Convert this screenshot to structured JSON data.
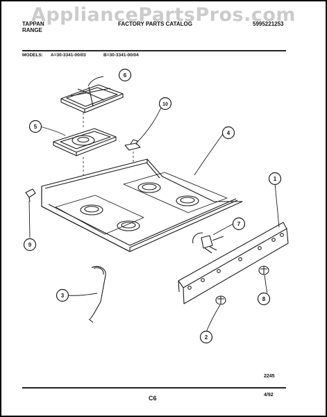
{
  "watermark": "AppliancePartsPros.com",
  "header": {
    "brand_line1": "TAPPAN",
    "brand_line2": "RANGE",
    "catalog_title": "FACTORY PARTS CATALOG",
    "catalog_number": "5995221253"
  },
  "models": {
    "label": "MODELS:",
    "model_a": "A=30-3341-00/03",
    "model_b": "B=30-3341-00/04"
  },
  "callouts": [
    "1",
    "2",
    "3",
    "4",
    "5",
    "6",
    "7",
    "8",
    "9",
    "10"
  ],
  "footer": {
    "drawing_number": "2245",
    "page_code": "C6",
    "date": "4/92"
  }
}
